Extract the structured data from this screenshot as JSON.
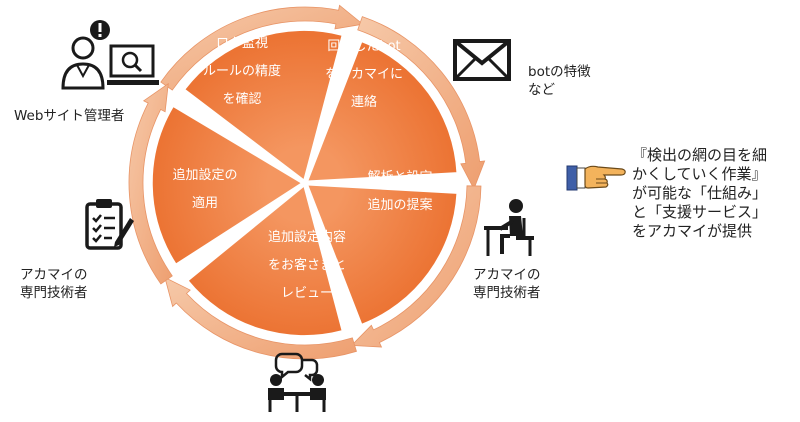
{
  "cycle": {
    "segments": [
      {
        "lines": [
          "ログ監視",
          "ルールの精度",
          "を確認"
        ]
      },
      {
        "lines": [
          "回避したbot",
          "をアカマイに",
          "連絡"
        ]
      },
      {
        "lines": [
          "解析と設定",
          "追加の提案"
        ]
      },
      {
        "lines": [
          "追加設定内容",
          "をお客さまと",
          "レビュー"
        ]
      },
      {
        "lines": [
          "追加設定の",
          "適用"
        ]
      }
    ],
    "colors": {
      "segment": "#ee7f3b",
      "segment_light": "#f5a46e",
      "arrow": "#f0b894",
      "arrow_edge": "#e89466"
    }
  },
  "labels": {
    "web_admin": "Webサイト管理者",
    "bot_features": [
      "botの特徴",
      "など"
    ],
    "specialist_left": [
      "アカマイの",
      "専門技術者"
    ],
    "specialist_right": [
      "アカマイの",
      "専門技術者"
    ]
  },
  "callout": {
    "lines": [
      "『検出の網の目を細",
      "かくしていく作業』",
      "が可能な「仕組み」",
      "と「支援サービス」",
      "をアカマイが提供"
    ]
  },
  "icons": {
    "admin": "admin-computer-icon",
    "mail": "envelope-icon",
    "checklist": "clipboard-checklist-icon",
    "desk": "person-at-desk-icon",
    "meeting": "meeting-icon",
    "pointer": "pointing-hand-icon"
  }
}
